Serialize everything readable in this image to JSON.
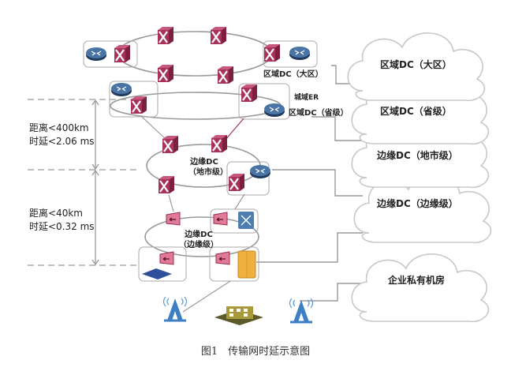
{
  "figure": {
    "caption": "图1　传输网时延示意图"
  },
  "distances": [
    {
      "distance": "距离<400km",
      "latency": "时延<2.06 ms"
    },
    {
      "distance": "距离<40km",
      "latency": "时延<0.32 ms"
    }
  ],
  "ring_labels": {
    "regional_large": "区域DC（大区）",
    "metro_er": "城域ER",
    "regional_province": "区域DC（省级）",
    "edge_city_line1": "边缘DC",
    "edge_city_line2": "（地市级）",
    "edge_edge_line1": "边缘DC",
    "edge_edge_line2": "（边缘级）"
  },
  "clouds": [
    {
      "label": "区域DC（大区）"
    },
    {
      "label": "区域DC（省级）"
    },
    {
      "label": "边缘DC（地市级）"
    },
    {
      "label": "边缘DC（边缘级）"
    },
    {
      "label": "企业私有机房"
    }
  ],
  "colors": {
    "switch_fill": "#a8325a",
    "switch_dark": "#7d1f40",
    "router_fill": "#3a5f8e",
    "edge_device": "#e07a98",
    "line": "#9a9a9a",
    "tower": "#3c7fc4",
    "server": "#f0b040"
  }
}
